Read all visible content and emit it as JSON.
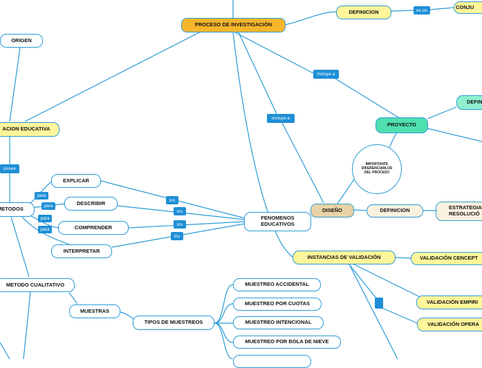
{
  "nodes": {
    "proceso": "PROCESO DE INVESTIGACIÓN",
    "definicion_top": "DEFINICION",
    "conju": "CONJU",
    "origen": "ORIGEN",
    "investigacion_educativa": "ACION EDUCATIVA",
    "proyecto": "PROYECTO",
    "defin_right": "DEFIN",
    "importante": "IMPORTANTE DIFERENCIARLOS DEL PROCESO",
    "explicar": "EXPLICAR",
    "describir": "DESCRIBIR",
    "comprender": "COMPRENDER",
    "interpretar": "INTERPRETAR",
    "metodos": "METODOS",
    "fenomenos": "FENOMENOS EDUCATIVOS",
    "diseno": "DISEÑO",
    "definicion_mid": "DEFINICION",
    "estrategia": "ESTRATEGIA RESOLUCIÓ",
    "instancias": "INSTANCIAS DE VALIDACIÓN",
    "val_concept": "VALIDACIÓN CENCEPT",
    "val_empiri": "VALIDACIÓN EMPIRI",
    "val_opera": "VALIDACIÓN OPERA",
    "metodo_cualitativo": "METODO CUALITATIVO",
    "muestras": "MUESTRAS",
    "tipos_muestreos": "TIPOS DE MUESTREOS",
    "m_accidental": "MUESTREO ACCIDENTAL",
    "m_cuotas": "MUESTREO POR CUOTAS",
    "m_intencional": "MUESTREO INTENCIONAL",
    "m_bola": "MUESTREO POR BOLA DE NIEVE"
  },
  "labels": {
    "es_un": "es un",
    "incluye_a_1": "Incluye a",
    "incluye_a_2": "Incluye a",
    "posee": "posee",
    "para_1": "para",
    "para_2": "para",
    "para_3": "para",
    "para_4": "para",
    "los_1": "los",
    "los_2": "los",
    "los_3": "los",
    "los_4": "los"
  }
}
